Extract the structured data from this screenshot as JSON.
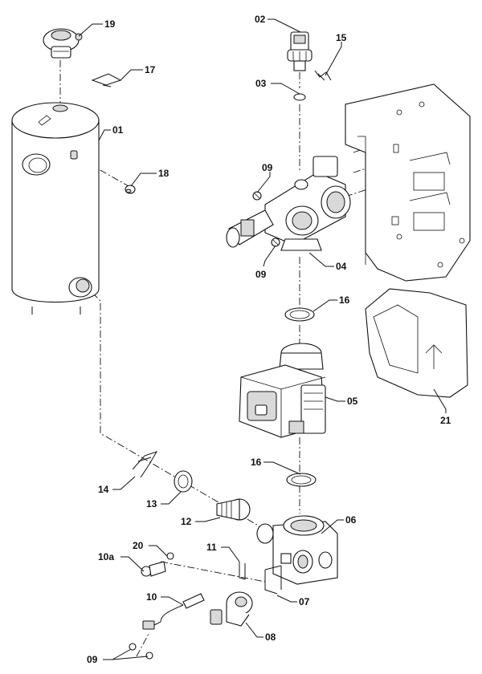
{
  "diagram": {
    "callouts": [
      {
        "id": "c19",
        "text": "19"
      },
      {
        "id": "c17",
        "text": "17"
      },
      {
        "id": "c01",
        "text": "01"
      },
      {
        "id": "c18",
        "text": "18"
      },
      {
        "id": "c02",
        "text": "02"
      },
      {
        "id": "c15",
        "text": "15"
      },
      {
        "id": "c03",
        "text": "03"
      },
      {
        "id": "c09a",
        "text": "09"
      },
      {
        "id": "c09b",
        "text": "09"
      },
      {
        "id": "c04",
        "text": "04"
      },
      {
        "id": "c16a",
        "text": "16"
      },
      {
        "id": "c05",
        "text": "05"
      },
      {
        "id": "c21",
        "text": "21"
      },
      {
        "id": "c16b",
        "text": "16"
      },
      {
        "id": "c14",
        "text": "14"
      },
      {
        "id": "c13",
        "text": "13"
      },
      {
        "id": "c12",
        "text": "12"
      },
      {
        "id": "c06",
        "text": "06"
      },
      {
        "id": "c20",
        "text": "20"
      },
      {
        "id": "c10a",
        "text": "10a"
      },
      {
        "id": "c11",
        "text": "11"
      },
      {
        "id": "c10",
        "text": "10"
      },
      {
        "id": "c07",
        "text": "07"
      },
      {
        "id": "c08",
        "text": "08"
      },
      {
        "id": "c09c",
        "text": "09"
      }
    ]
  }
}
